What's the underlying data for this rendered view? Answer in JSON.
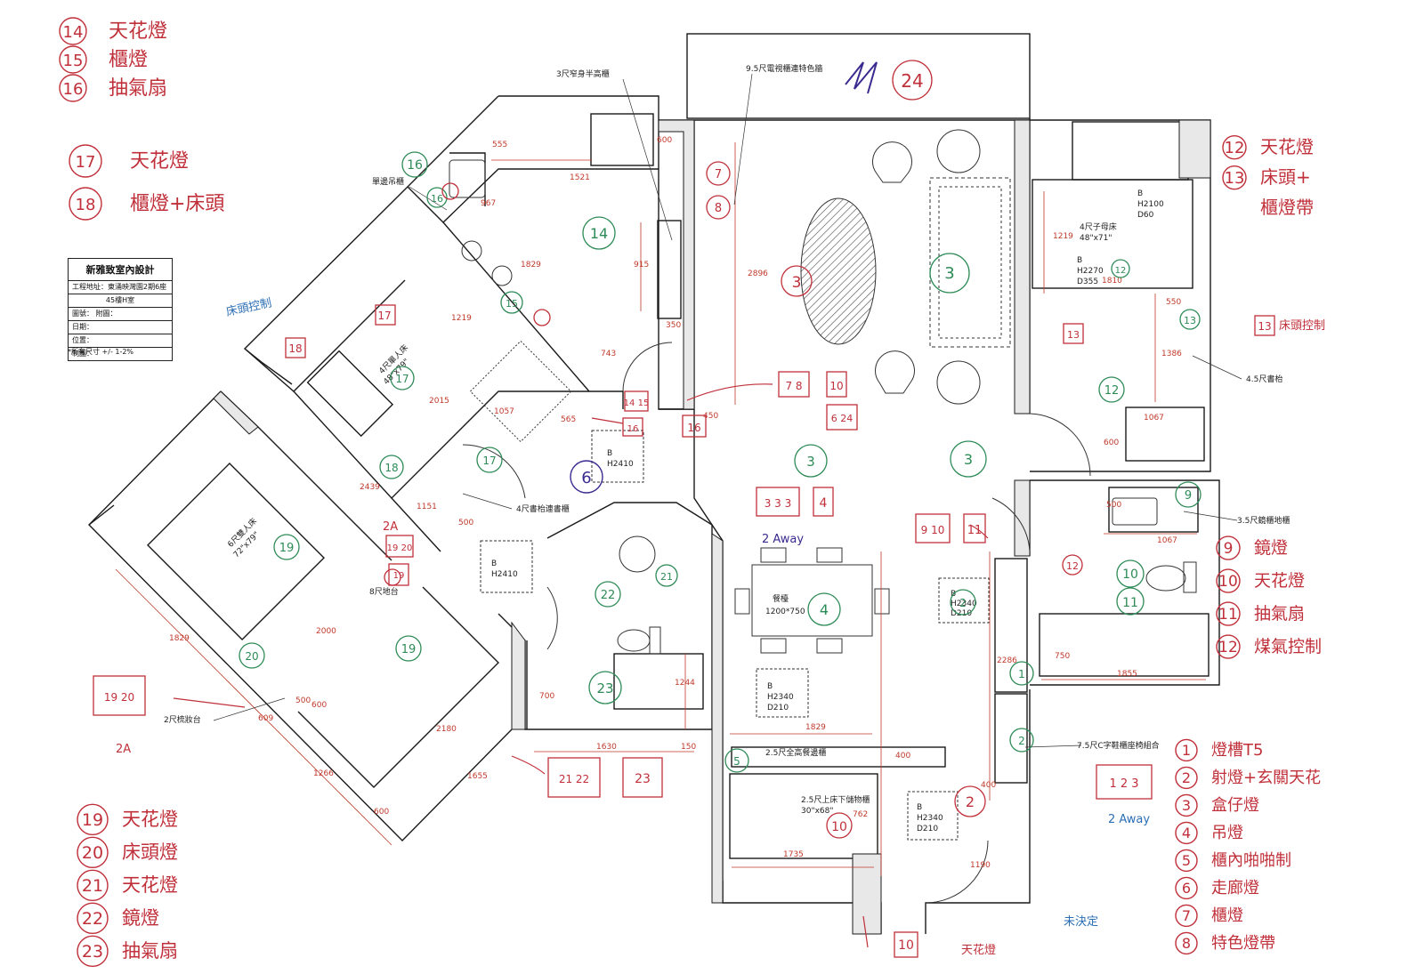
{
  "title_block": {
    "company": "新雅致室內設計",
    "address": "工程地址：東涌映灣園2期6座",
    "unit": "45樓H室",
    "drawing_no": "圖號：      附圖：",
    "date": "日期：",
    "location": "位置：",
    "drawn_by": "制圖：",
    "note": "*所有尺寸 +/- 1-2%"
  },
  "legend_top_left": [
    {
      "num": "14",
      "text": "天花燈"
    },
    {
      "num": "15",
      "text": "櫃燈"
    },
    {
      "num": "16",
      "text": "抽氣扇"
    },
    {
      "num": "17",
      "text": "天花燈"
    },
    {
      "num": "18",
      "text": "櫃燈+床頭"
    }
  ],
  "legend_top_right": [
    {
      "num": "12",
      "text": "天花燈"
    },
    {
      "num": "13",
      "text": "床頭+"
    },
    {
      "num": "",
      "text": "櫃燈帶"
    }
  ],
  "legend_right_mid": [
    {
      "num": "9",
      "text": "鏡燈"
    },
    {
      "num": "10",
      "text": "天花燈"
    },
    {
      "num": "11",
      "text": "抽氣扇"
    },
    {
      "num": "12",
      "text": "煤氣控制"
    }
  ],
  "legend_bottom_right": [
    {
      "num": "1",
      "text": "燈槽T5"
    },
    {
      "num": "2",
      "text": "射燈+玄關天花"
    },
    {
      "num": "3",
      "text": "盒仔燈"
    },
    {
      "num": "4",
      "text": "吊燈"
    },
    {
      "num": "5",
      "text": "櫃內啪啪制"
    },
    {
      "num": "6",
      "text": "走廊燈"
    },
    {
      "num": "7",
      "text": "櫃燈"
    },
    {
      "num": "8",
      "text": "特色燈帶"
    }
  ],
  "legend_bottom_left": [
    {
      "num": "19",
      "text": "天花燈"
    },
    {
      "num": "20",
      "text": "床頭燈"
    },
    {
      "num": "21",
      "text": "天花燈"
    },
    {
      "num": "22",
      "text": "鏡燈"
    },
    {
      "num": "23",
      "text": "抽氣扇"
    }
  ],
  "annotations": {
    "bed_control_left": "床頭控制",
    "bed_control_right": "床頭控制",
    "two_away_1": "2A",
    "two_away_2": "2A",
    "two_away_3": "2 Away",
    "two_away_4": "2 Away",
    "ceiling_light_entry": "天花燈",
    "undecided": "未決定",
    "num_24": "24",
    "num_10": "10"
  },
  "room_labels": {
    "tv_cabinet": "9.5尺電視櫃連特色牆",
    "half_cabinet": "3尺窄身半高櫃",
    "single_bed": "4尺單人床",
    "single_bed_size": "48\"x79\"",
    "double_bed": "6尺雙人床",
    "double_bed_size": "72\"x79\"",
    "child_bed": "4尺子母床",
    "child_bed_size": "48\"x71\"",
    "desk_shelf": "4尺書枱連書櫃",
    "side_cabinet": "單邊吊櫃",
    "desk_45": "4.5尺書枱",
    "mirror_cab": "3.5尺鏡櫃地櫃",
    "dining_table": "餐檯",
    "dining_size": "1200*750",
    "tall_cabinet": "2.5尺全高餐邊櫃",
    "bed_storage": "2.5尺上床下儲物櫃",
    "bed_storage_size": "30\"x68\"",
    "shoe_cabinet": "7.5尺C字鞋櫃座椅組合",
    "floor_platform": "8尺地台",
    "dresser": "2尺梳妝台",
    "door_b1": "B",
    "door_b1_h": "H2410",
    "door_b2": "B",
    "door_b2_h": "H2410",
    "door_b3": "B",
    "door_b3_h": "H2340",
    "door_b3_d": "D210",
    "door_b4": "B",
    "door_b4_h": "H2340",
    "door_b4_d": "D210",
    "door_b5": "B",
    "door_b5_h": "H2340",
    "door_b5_d": "D210",
    "door_b6": "B",
    "door_b6_h": "H2270",
    "door_b6_d": "D355",
    "door_b7": "B",
    "door_b7_h": "H2100",
    "door_b7_d": "D60"
  },
  "dimensions": [
    "555",
    "600",
    "967",
    "1521",
    "1829",
    "915",
    "350",
    "2896",
    "1219",
    "2015",
    "1057",
    "565",
    "743",
    "450",
    "1219",
    "550",
    "1386",
    "1067",
    "600",
    "1067",
    "500",
    "1855",
    "750",
    "2286",
    "2439",
    "1151",
    "500",
    "1829",
    "2000",
    "600",
    "500",
    "609",
    "1266",
    "2180",
    "1655",
    "600",
    "1630",
    "150",
    "1244",
    "700",
    "1829",
    "400",
    "1735",
    "762",
    "1190",
    "400",
    "1810"
  ],
  "colors": {
    "red": "#c0303a",
    "green": "#2e8b57",
    "blue": "#2c6fb5",
    "purple": "#3b2a8f",
    "line": "#1a1a1a"
  }
}
